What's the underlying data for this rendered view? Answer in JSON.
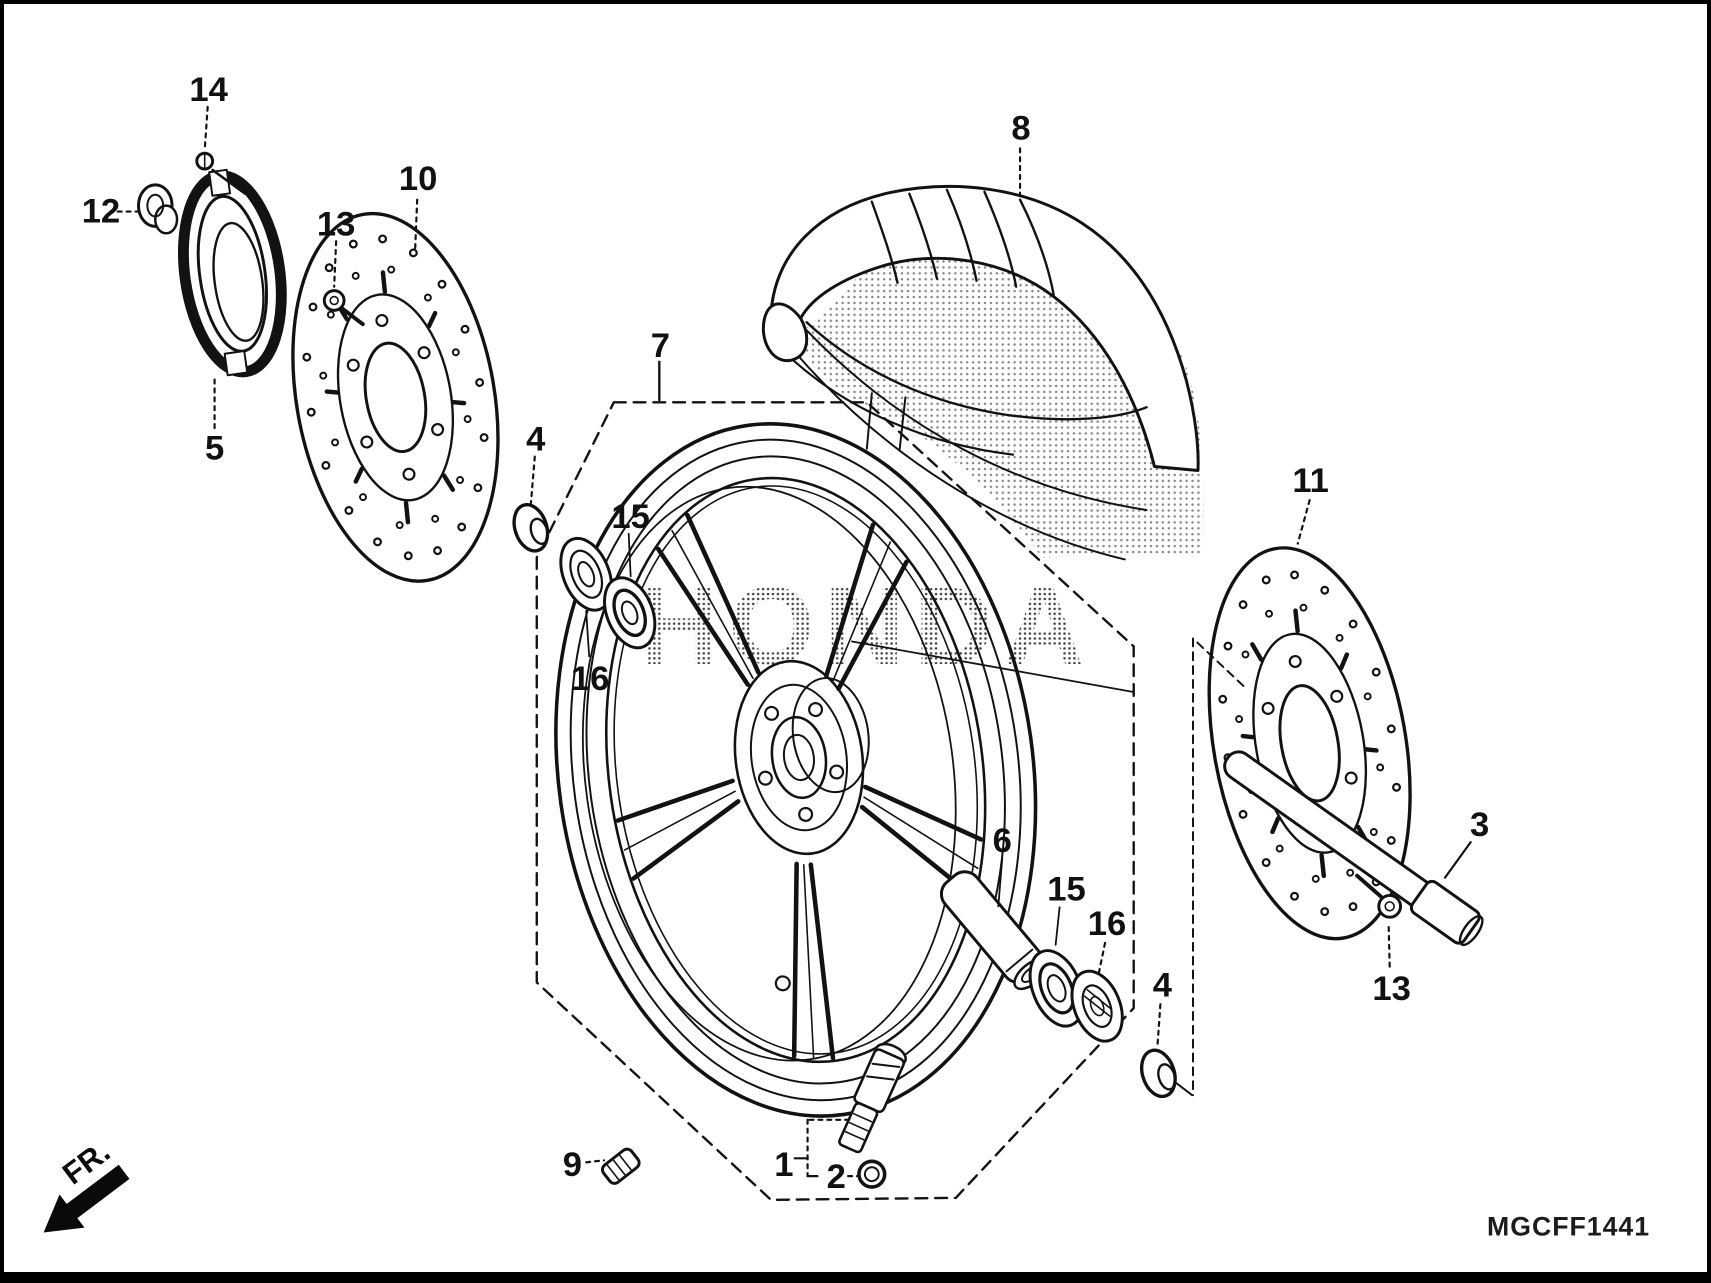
{
  "diagram": {
    "code": "MGCFF1441",
    "watermark_text": "HONDA",
    "direction_indicator": "FR.",
    "colors": {
      "line": "#121212",
      "background": "#ffffff",
      "border": "#000000",
      "halftone_dot": "#2f2f2f"
    },
    "labels": {
      "part_1": "1",
      "part_2": "2",
      "part_3": "3",
      "part_4_left": "4",
      "part_4_right": "4",
      "part_5": "5",
      "part_6": "6",
      "part_7": "7",
      "part_8": "8",
      "part_9": "9",
      "part_10": "10",
      "part_11": "11",
      "part_12": "12",
      "part_13_left": "13",
      "part_13_right": "13",
      "part_14": "14",
      "part_15_left": "15",
      "part_15_right": "15",
      "part_16_left": "16",
      "part_16_right": "16"
    }
  }
}
